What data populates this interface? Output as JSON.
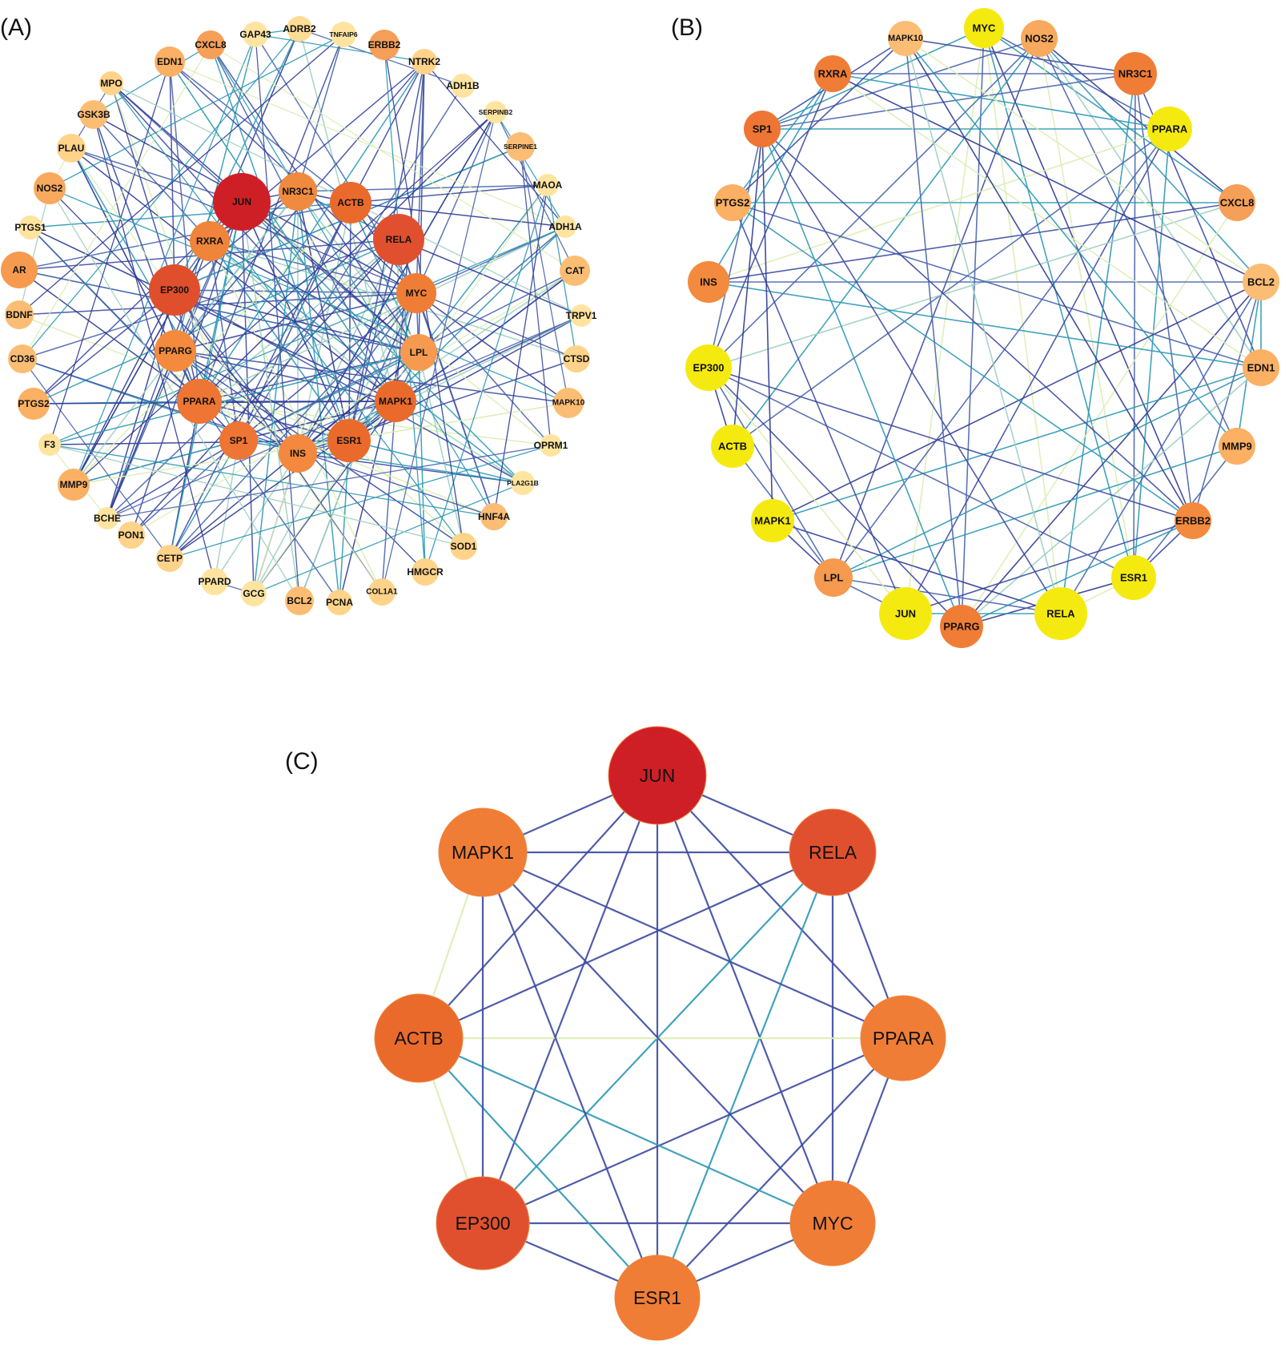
{
  "panels": [
    {
      "label": "(A)",
      "nodes": [
        {
          "name": "JUN",
          "color": "#cf1f26"
        },
        {
          "name": "NR3C1",
          "color": "#f08a3e"
        },
        {
          "name": "ACTB",
          "color": "#ea6a2c"
        },
        {
          "name": "RELA",
          "color": "#e0502f"
        },
        {
          "name": "RXRA",
          "color": "#f0843a"
        },
        {
          "name": "EP300",
          "color": "#e04f2c"
        },
        {
          "name": "MYC",
          "color": "#f07d36"
        },
        {
          "name": "PPARG",
          "color": "#f48a3d"
        },
        {
          "name": "LPL",
          "color": "#f59a4f"
        },
        {
          "name": "PPARA",
          "color": "#ee7533"
        },
        {
          "name": "MAPK1",
          "color": "#ea6a2c"
        },
        {
          "name": "SP1",
          "color": "#ee7533"
        },
        {
          "name": "INS",
          "color": "#f3883e"
        },
        {
          "name": "ESR1",
          "color": "#ea6a2c"
        },
        {
          "name": "CXCL8",
          "color": "#f59f58"
        },
        {
          "name": "GAP43",
          "color": "#ffe4a0"
        },
        {
          "name": "ADRB2",
          "color": "#ffdc96"
        },
        {
          "name": "TNFAIP6",
          "color": "#ffe4a0"
        },
        {
          "name": "ERBB2",
          "color": "#f59f58"
        },
        {
          "name": "NTRK2",
          "color": "#ffd38a"
        },
        {
          "name": "ADH1B",
          "color": "#ffe4a0"
        },
        {
          "name": "SERPINB2",
          "color": "#ffe4a0"
        },
        {
          "name": "SERPINE1",
          "color": "#fbbd74"
        },
        {
          "name": "MAOA",
          "color": "#ffe4a0"
        },
        {
          "name": "ADH1A",
          "color": "#ffe4a0"
        },
        {
          "name": "CAT",
          "color": "#fbbd74"
        },
        {
          "name": "TRPV1",
          "color": "#ffe4a0"
        },
        {
          "name": "CTSD",
          "color": "#ffd38a"
        },
        {
          "name": "MAPK10",
          "color": "#fbbd74"
        },
        {
          "name": "OPRM1",
          "color": "#ffe4a0"
        },
        {
          "name": "PLA2G1B",
          "color": "#ffe4a0"
        },
        {
          "name": "HNF4A",
          "color": "#fbbd74"
        },
        {
          "name": "SOD1",
          "color": "#ffd38a"
        },
        {
          "name": "HMGCR",
          "color": "#ffd38a"
        },
        {
          "name": "COL1A1",
          "color": "#ffd38a"
        },
        {
          "name": "PCNA",
          "color": "#ffd38a"
        },
        {
          "name": "BCL2",
          "color": "#fbbd74"
        },
        {
          "name": "GCG",
          "color": "#ffe4a0"
        },
        {
          "name": "PPARD",
          "color": "#ffe4a0"
        },
        {
          "name": "CETP",
          "color": "#ffd38a"
        },
        {
          "name": "PON1",
          "color": "#ffd38a"
        },
        {
          "name": "BCHE",
          "color": "#ffe4a0"
        },
        {
          "name": "MMP9",
          "color": "#fbb064"
        },
        {
          "name": "F3",
          "color": "#ffe4a0"
        },
        {
          "name": "PTGS2",
          "color": "#fbb064"
        },
        {
          "name": "CD36",
          "color": "#fbbd74"
        },
        {
          "name": "BDNF",
          "color": "#fbbd74"
        },
        {
          "name": "AR",
          "color": "#f59a4f"
        },
        {
          "name": "PTGS1",
          "color": "#ffe4a0"
        },
        {
          "name": "NOS2",
          "color": "#f8a95d"
        },
        {
          "name": "PLAU",
          "color": "#ffd38a"
        },
        {
          "name": "GSK3B",
          "color": "#fbbd74"
        },
        {
          "name": "MPO",
          "color": "#ffd38a"
        },
        {
          "name": "EDN1",
          "color": "#fbb064"
        }
      ]
    },
    {
      "label": "(B)",
      "nodes": [
        {
          "name": "MYC",
          "color": "#f5ea10"
        },
        {
          "name": "NOS2",
          "color": "#f8a95d"
        },
        {
          "name": "NR3C1",
          "color": "#f07d36"
        },
        {
          "name": "PPARA",
          "color": "#f5ea10"
        },
        {
          "name": "CXCL8",
          "color": "#f59f58"
        },
        {
          "name": "BCL2",
          "color": "#fbbd74"
        },
        {
          "name": "EDN1",
          "color": "#fbb064"
        },
        {
          "name": "MMP9",
          "color": "#fbb064"
        },
        {
          "name": "ERBB2",
          "color": "#f48a3d"
        },
        {
          "name": "ESR1",
          "color": "#f5ea10"
        },
        {
          "name": "RELA",
          "color": "#f5ea10"
        },
        {
          "name": "PPARG",
          "color": "#f07d36"
        },
        {
          "name": "JUN",
          "color": "#f5ea10"
        },
        {
          "name": "LPL",
          "color": "#f59a4f"
        },
        {
          "name": "MAPK1",
          "color": "#f5ea10"
        },
        {
          "name": "ACTB",
          "color": "#f5ea10"
        },
        {
          "name": "EP300",
          "color": "#f5ea10"
        },
        {
          "name": "INS",
          "color": "#f48a3d"
        },
        {
          "name": "PTGS2",
          "color": "#fbb064"
        },
        {
          "name": "SP1",
          "color": "#ee7533"
        },
        {
          "name": "RXRA",
          "color": "#f07d36"
        },
        {
          "name": "MAPK10",
          "color": "#fbbd74"
        }
      ]
    },
    {
      "label": "(C)",
      "nodes": [
        {
          "name": "JUN",
          "color": "#cf1f26"
        },
        {
          "name": "RELA",
          "color": "#e0502f"
        },
        {
          "name": "PPARA",
          "color": "#f07d36"
        },
        {
          "name": "MYC",
          "color": "#f07d36"
        },
        {
          "name": "ESR1",
          "color": "#f07d36"
        },
        {
          "name": "EP300",
          "color": "#e0502f"
        },
        {
          "name": "ACTB",
          "color": "#ea6a2c"
        },
        {
          "name": "MAPK1",
          "color": "#f07d36"
        }
      ]
    }
  ],
  "edge_colors": [
    "#2f3a92",
    "#3c4aa0",
    "#4a65ad",
    "#2c98b5",
    "#9ccfc0",
    "#dbedb2"
  ]
}
